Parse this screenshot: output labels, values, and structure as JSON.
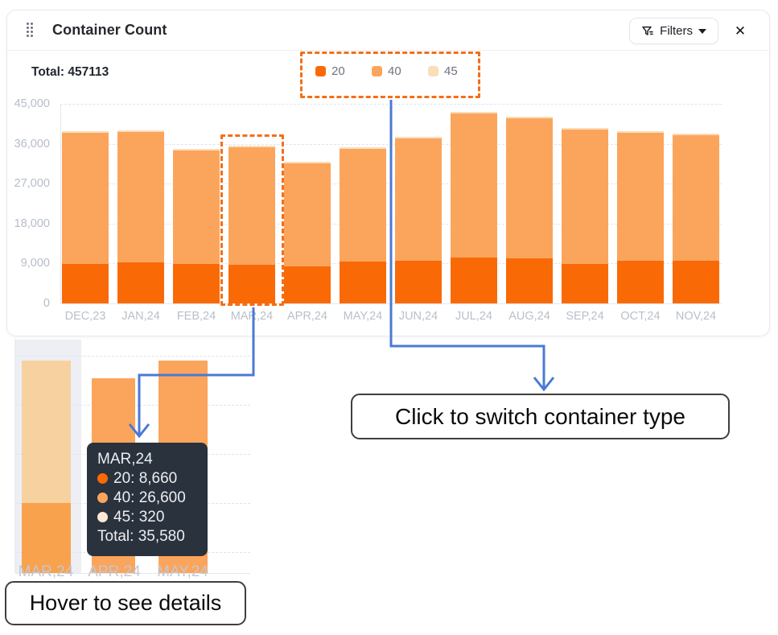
{
  "header": {
    "title": "Container Count",
    "filters_label": "Filters",
    "close_glyph": "✕"
  },
  "summary": {
    "total_label": "Total: 457113"
  },
  "legend": {
    "items": [
      {
        "label": "20",
        "color": "#f96a07"
      },
      {
        "label": "40",
        "color": "#fba55c"
      },
      {
        "label": "45",
        "color": "#fbddba"
      }
    ]
  },
  "chart_data": {
    "type": "bar",
    "stacked": true,
    "title": "Container Count",
    "xlabel": "",
    "ylabel": "",
    "ylim": [
      0,
      45000
    ],
    "ytick_labels": [
      "0",
      "9,000",
      "18,000",
      "27,000",
      "36,000",
      "45,000"
    ],
    "grid": "dashed-horizontal",
    "legend_position": "top-center",
    "categories": [
      "DEC,23",
      "JAN,24",
      "FEB,24",
      "MAR,24",
      "APR,24",
      "MAY,24",
      "JUN,24",
      "JUL,24",
      "AUG,24",
      "SEP,24",
      "OCT,24",
      "NOV,24"
    ],
    "series": [
      {
        "name": "20",
        "color": "#f96a07",
        "values": [
          8850,
          9200,
          8850,
          8660,
          8350,
          9400,
          9550,
          10300,
          10100,
          8850,
          9700,
          9600
        ]
      },
      {
        "name": "40",
        "color": "#fba55c",
        "values": [
          29600,
          29500,
          25600,
          26600,
          23200,
          25500,
          27600,
          32600,
          31700,
          30300,
          28700,
          28400
        ]
      },
      {
        "name": "45",
        "color": "#fbddba",
        "values": [
          300,
          300,
          300,
          320,
          300,
          300,
          300,
          300,
          300,
          300,
          300,
          300
        ]
      }
    ],
    "highlighted_category": "MAR,24"
  },
  "zoom_preview": {
    "categories": [
      "MAR,24",
      "APR,24",
      "MAY,24"
    ],
    "hovered_category": "MAR,24",
    "hover_bar_colors": {
      "bottom": "#f9a24e",
      "top": "#f8d1a1"
    },
    "bar_color": "#fba55c"
  },
  "tooltip": {
    "title": "MAR,24",
    "rows": [
      {
        "label": "20",
        "value": "8,660",
        "color": "#f96a07"
      },
      {
        "label": "40",
        "value": "26,600",
        "color": "#fba55c"
      },
      {
        "label": "45",
        "value": "320",
        "color": "#fce8d5"
      }
    ],
    "total": "Total: 35,580"
  },
  "annotations": {
    "click_note": "Click to switch container type",
    "hover_note": "Hover to see details",
    "arrow_color": "#4b79d4",
    "highlight_dash_color": "#f36f17"
  }
}
